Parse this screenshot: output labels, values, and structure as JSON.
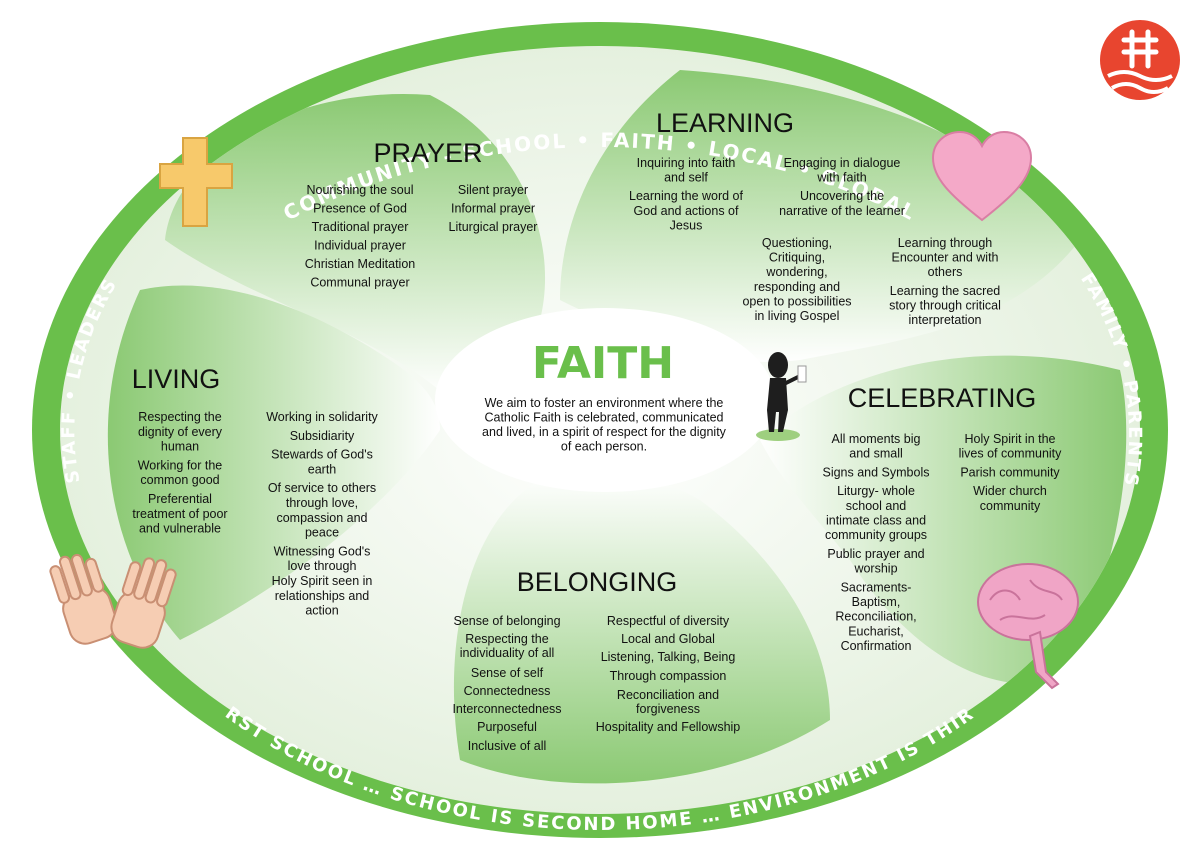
{
  "ring": {
    "top": "COMMUNITY  -  SCHOOL  •  FAITH  •  LOCAL  •  GLOBAL",
    "left": "STAFF  •  LEADERS",
    "right": "FAMILY  •  PARENTS",
    "bottom": "HOME IS FIRST SCHOOL … SCHOOL IS SECOND HOME … ENVIRONMENT IS THIRD TEACHER"
  },
  "center": {
    "title": "FAITH",
    "lines": [
      "We aim to foster an environment where the",
      "Catholic Faith is celebrated, communicated",
      "and lived, in a spirit of respect for the dignity",
      "of each person."
    ]
  },
  "prayer": {
    "title": "PRAYER",
    "col1": [
      "Nourishing the soul",
      "Presence of God",
      "Traditional prayer",
      "Individual prayer",
      "Christian Meditation",
      "Communal prayer"
    ],
    "col2": [
      "Silent prayer",
      "Informal prayer",
      "Liturgical prayer"
    ]
  },
  "learning": {
    "title": "LEARNING",
    "col1": [
      "Inquiring into faith",
      "and self",
      "Learning the word of",
      "God and actions of",
      "Jesus"
    ],
    "col2": [
      "Engaging in dialogue",
      "with faith",
      "Uncovering the",
      "narrative of the learner"
    ],
    "col3": [
      "Questioning,",
      "Critiquing,",
      "wondering,",
      "responding and",
      "open to possibilities",
      "in living Gospel"
    ],
    "col4": [
      "Learning  through",
      "Encounter and with",
      "others",
      "Learning the sacred",
      "story through critical",
      "interpretation"
    ]
  },
  "living": {
    "title": "LIVING",
    "col1": [
      "Respecting the",
      "dignity of every",
      "human",
      "Working for the",
      "common good",
      "Preferential",
      "treatment of poor",
      "and vulnerable"
    ],
    "col2": [
      "Working in solidarity",
      "Subsidiarity",
      "Stewards of God's",
      "earth",
      "Of service to others",
      "through love,",
      "compassion and",
      "peace",
      "Witnessing God's",
      "love through",
      "Holy Spirit seen in",
      "relationships and",
      "action"
    ]
  },
  "celebrating": {
    "title": "CELEBRATING",
    "col1": [
      "All moments big",
      "and small",
      "Signs and Symbols",
      "Liturgy- whole",
      "school and",
      "intimate class and",
      "community groups",
      "Public prayer and",
      "worship",
      "Sacraments-",
      "Baptism,",
      "Reconciliation,",
      "Eucharist,",
      "Confirmation"
    ],
    "col2": [
      "Holy Spirit in the",
      "lives of community",
      "Parish community",
      "Wider church",
      "community"
    ]
  },
  "belonging": {
    "title": "BELONGING",
    "col1": [
      "Sense of belonging",
      "Respecting the",
      "individuality of all",
      "Sense of self",
      "Connectedness",
      "Interconnectedness",
      "Purposeful",
      "Inclusive of all"
    ],
    "col2": [
      "Respectful of diversity",
      "Local and Global",
      "Listening, Talking, Being",
      "Through compassion",
      "Reconciliation and",
      "forgiveness",
      "Hospitality and Fellowship"
    ]
  },
  "icons": [
    "cross-icon",
    "heart-icon",
    "hands-icon",
    "brain-icon",
    "figure-icon",
    "logo-icon"
  ],
  "colors": {
    "ring": "#6abf4b",
    "petal": "#8ccc76",
    "background": "#eef4e9",
    "title": "#6abf4b",
    "cross": "#f7c96b",
    "heart": "#f4a9c8",
    "logo": "#e8452f"
  }
}
